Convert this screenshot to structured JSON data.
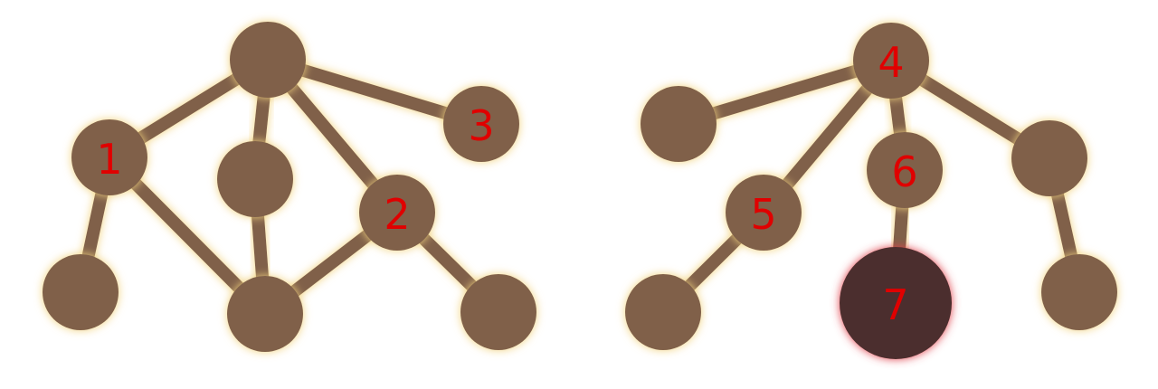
{
  "colors": {
    "node_fill": "#80604a",
    "edge_fill": "#80604a",
    "glow": "#f2d27e",
    "selected_fill": "#4b2e2e",
    "selected_glow": "#e0404a",
    "label": "#e00000"
  },
  "nodes": [
    {
      "id": "a",
      "label": "",
      "selected": false
    },
    {
      "id": "n1",
      "label": "1",
      "selected": false
    },
    {
      "id": "b",
      "label": "",
      "selected": false
    },
    {
      "id": "n2",
      "label": "2",
      "selected": false
    },
    {
      "id": "n3",
      "label": "3",
      "selected": false
    },
    {
      "id": "c",
      "label": "",
      "selected": false
    },
    {
      "id": "d",
      "label": "",
      "selected": false
    },
    {
      "id": "e",
      "label": "",
      "selected": false
    },
    {
      "id": "f",
      "label": "",
      "selected": false
    },
    {
      "id": "n4",
      "label": "4",
      "selected": false
    },
    {
      "id": "g",
      "label": "",
      "selected": false
    },
    {
      "id": "n5",
      "label": "5",
      "selected": false
    },
    {
      "id": "n6",
      "label": "6",
      "selected": false
    },
    {
      "id": "h",
      "label": "",
      "selected": false
    },
    {
      "id": "i",
      "label": "",
      "selected": false
    },
    {
      "id": "n7",
      "label": "7",
      "selected": true
    },
    {
      "id": "j",
      "label": "",
      "selected": false
    }
  ],
  "edges": [
    [
      "a",
      "n1"
    ],
    [
      "a",
      "b"
    ],
    [
      "a",
      "n2"
    ],
    [
      "a",
      "n3"
    ],
    [
      "n1",
      "c"
    ],
    [
      "n1",
      "d"
    ],
    [
      "b",
      "d"
    ],
    [
      "n2",
      "d"
    ],
    [
      "n2",
      "e"
    ],
    [
      "n3",
      "f"
    ],
    [
      "f",
      "n4"
    ],
    [
      "n4",
      "n5"
    ],
    [
      "n4",
      "n6"
    ],
    [
      "n4",
      "g"
    ],
    [
      "n5",
      "h"
    ],
    [
      "n6",
      "n7"
    ],
    [
      "g",
      "j"
    ]
  ]
}
